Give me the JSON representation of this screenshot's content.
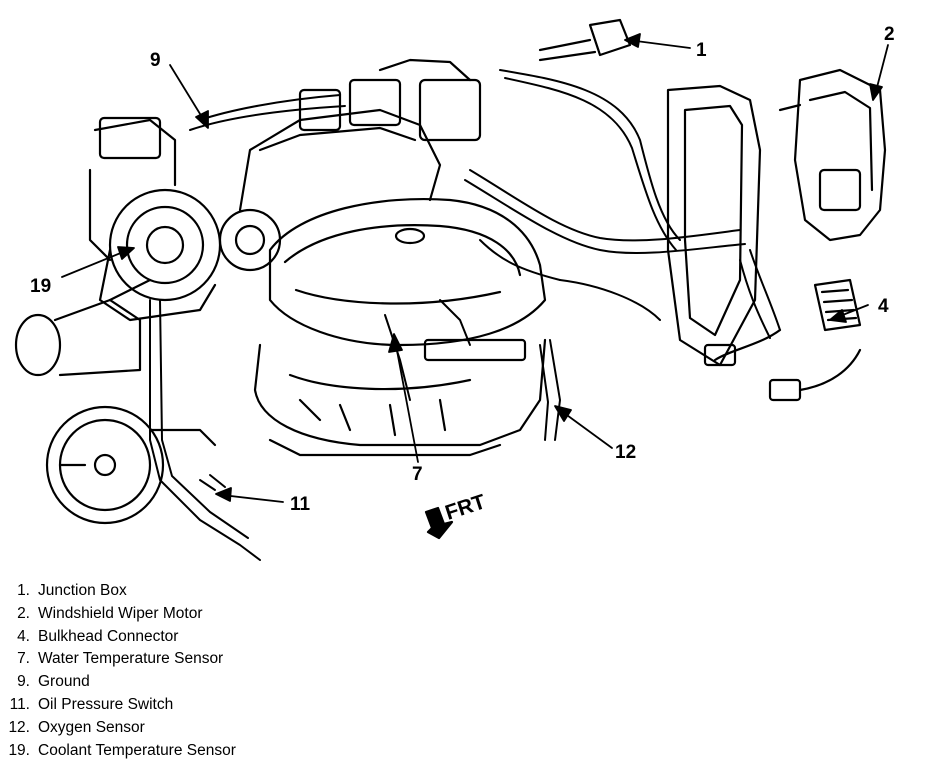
{
  "callouts": [
    {
      "num": "1"
    },
    {
      "num": "2"
    },
    {
      "num": "4"
    },
    {
      "num": "7"
    },
    {
      "num": "9"
    },
    {
      "num": "11"
    },
    {
      "num": "12"
    },
    {
      "num": "19"
    }
  ],
  "direction_label": "FRT",
  "legend": [
    {
      "num": "1.",
      "label": "Junction Box"
    },
    {
      "num": "2.",
      "label": "Windshield Wiper Motor"
    },
    {
      "num": "4.",
      "label": "Bulkhead Connector"
    },
    {
      "num": "7.",
      "label": "Water Temperature Sensor"
    },
    {
      "num": "9.",
      "label": "Ground"
    },
    {
      "num": "11.",
      "label": "Oil Pressure Switch"
    },
    {
      "num": "12.",
      "label": "Oxygen Sensor"
    },
    {
      "num": "19.",
      "label": "Coolant Temperature Sensor"
    }
  ]
}
